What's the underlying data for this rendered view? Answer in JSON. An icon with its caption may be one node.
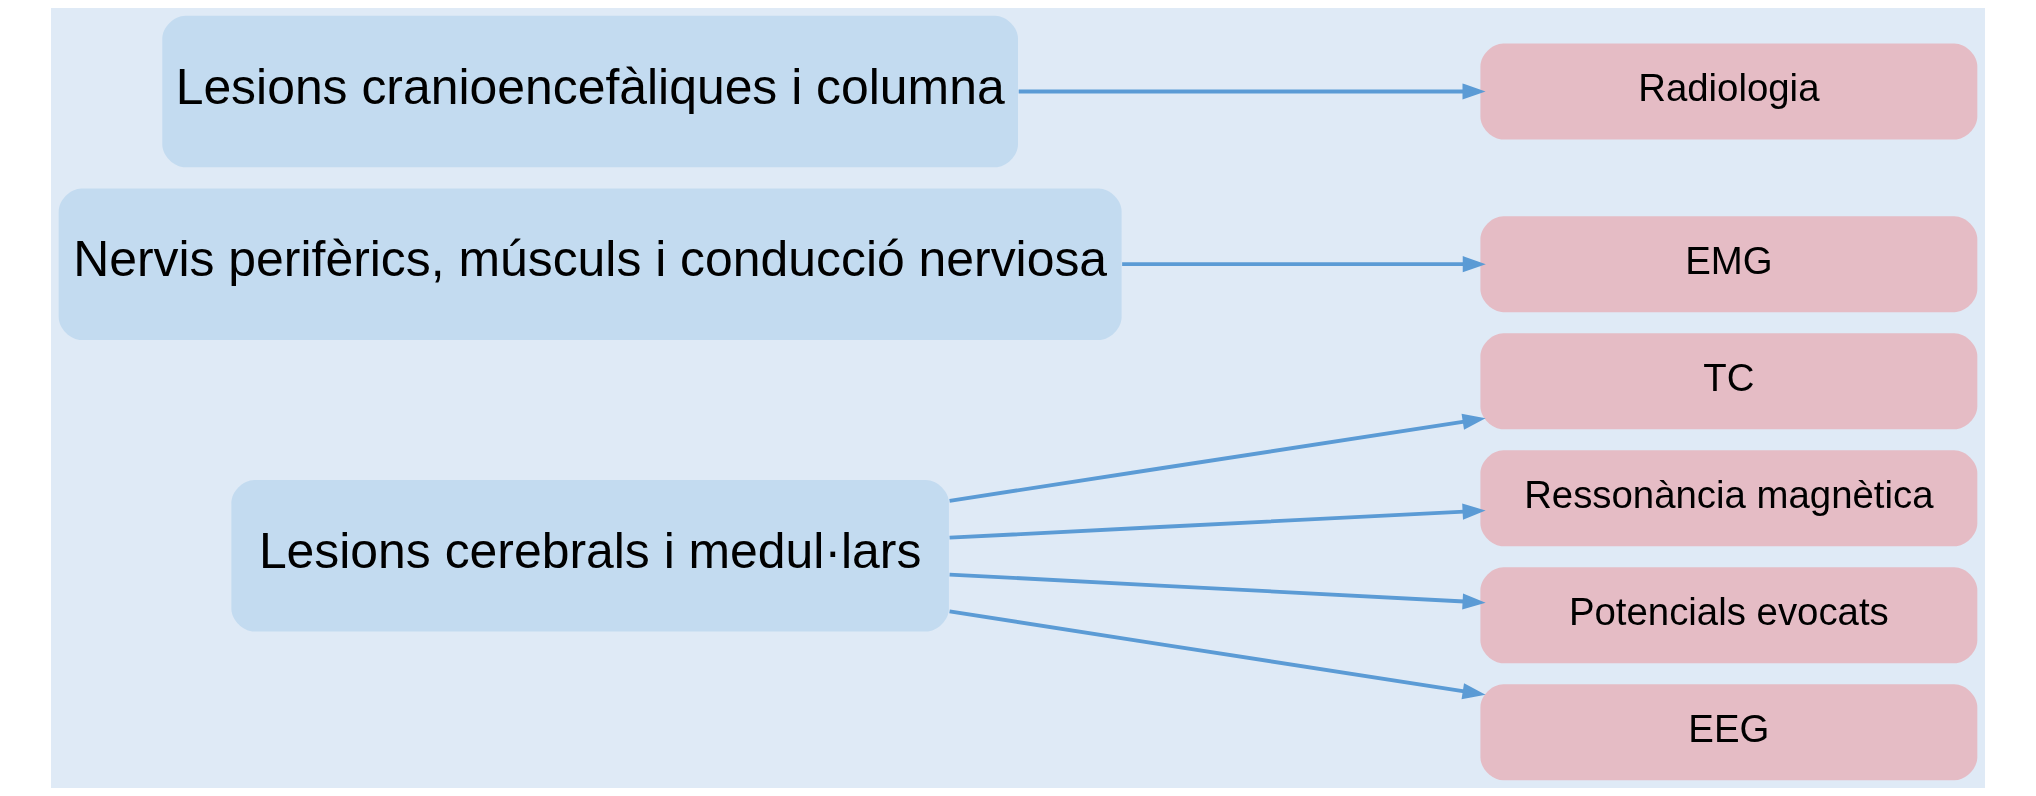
{
  "diagram": {
    "nodes": [
      {
        "text": [
          "Lesions cerebrals i medul·lars"
        ]
      },
      {
        "text": [
          "Nervis perifèrics, músculs i conducció nerviosa"
        ]
      },
      {
        "text": [
          "Lesions cranioencefàliques i columna"
        ]
      },
      {
        "text": [
          "TC"
        ]
      },
      {
        "text": [
          "Ressonància magnètica"
        ]
      },
      {
        "text": [
          "Potencials evocats"
        ]
      },
      {
        "text": [
          "EEG"
        ]
      },
      {
        "text": [
          "EMG"
        ]
      },
      {
        "text": [
          "Radiologia"
        ]
      }
    ],
    "edges": [
      {
        "from": 0,
        "to": 3,
        "arrow": "to"
      },
      {
        "from": 0,
        "to": 4,
        "arrow": "to"
      },
      {
        "from": 0,
        "to": 5,
        "arrow": "to"
      },
      {
        "from": 0,
        "to": 6,
        "arrow": "to"
      },
      {
        "from": 1,
        "to": 7,
        "arrow": "to"
      },
      {
        "from": 2,
        "to": 8,
        "arrow": "to"
      }
    ]
  }
}
